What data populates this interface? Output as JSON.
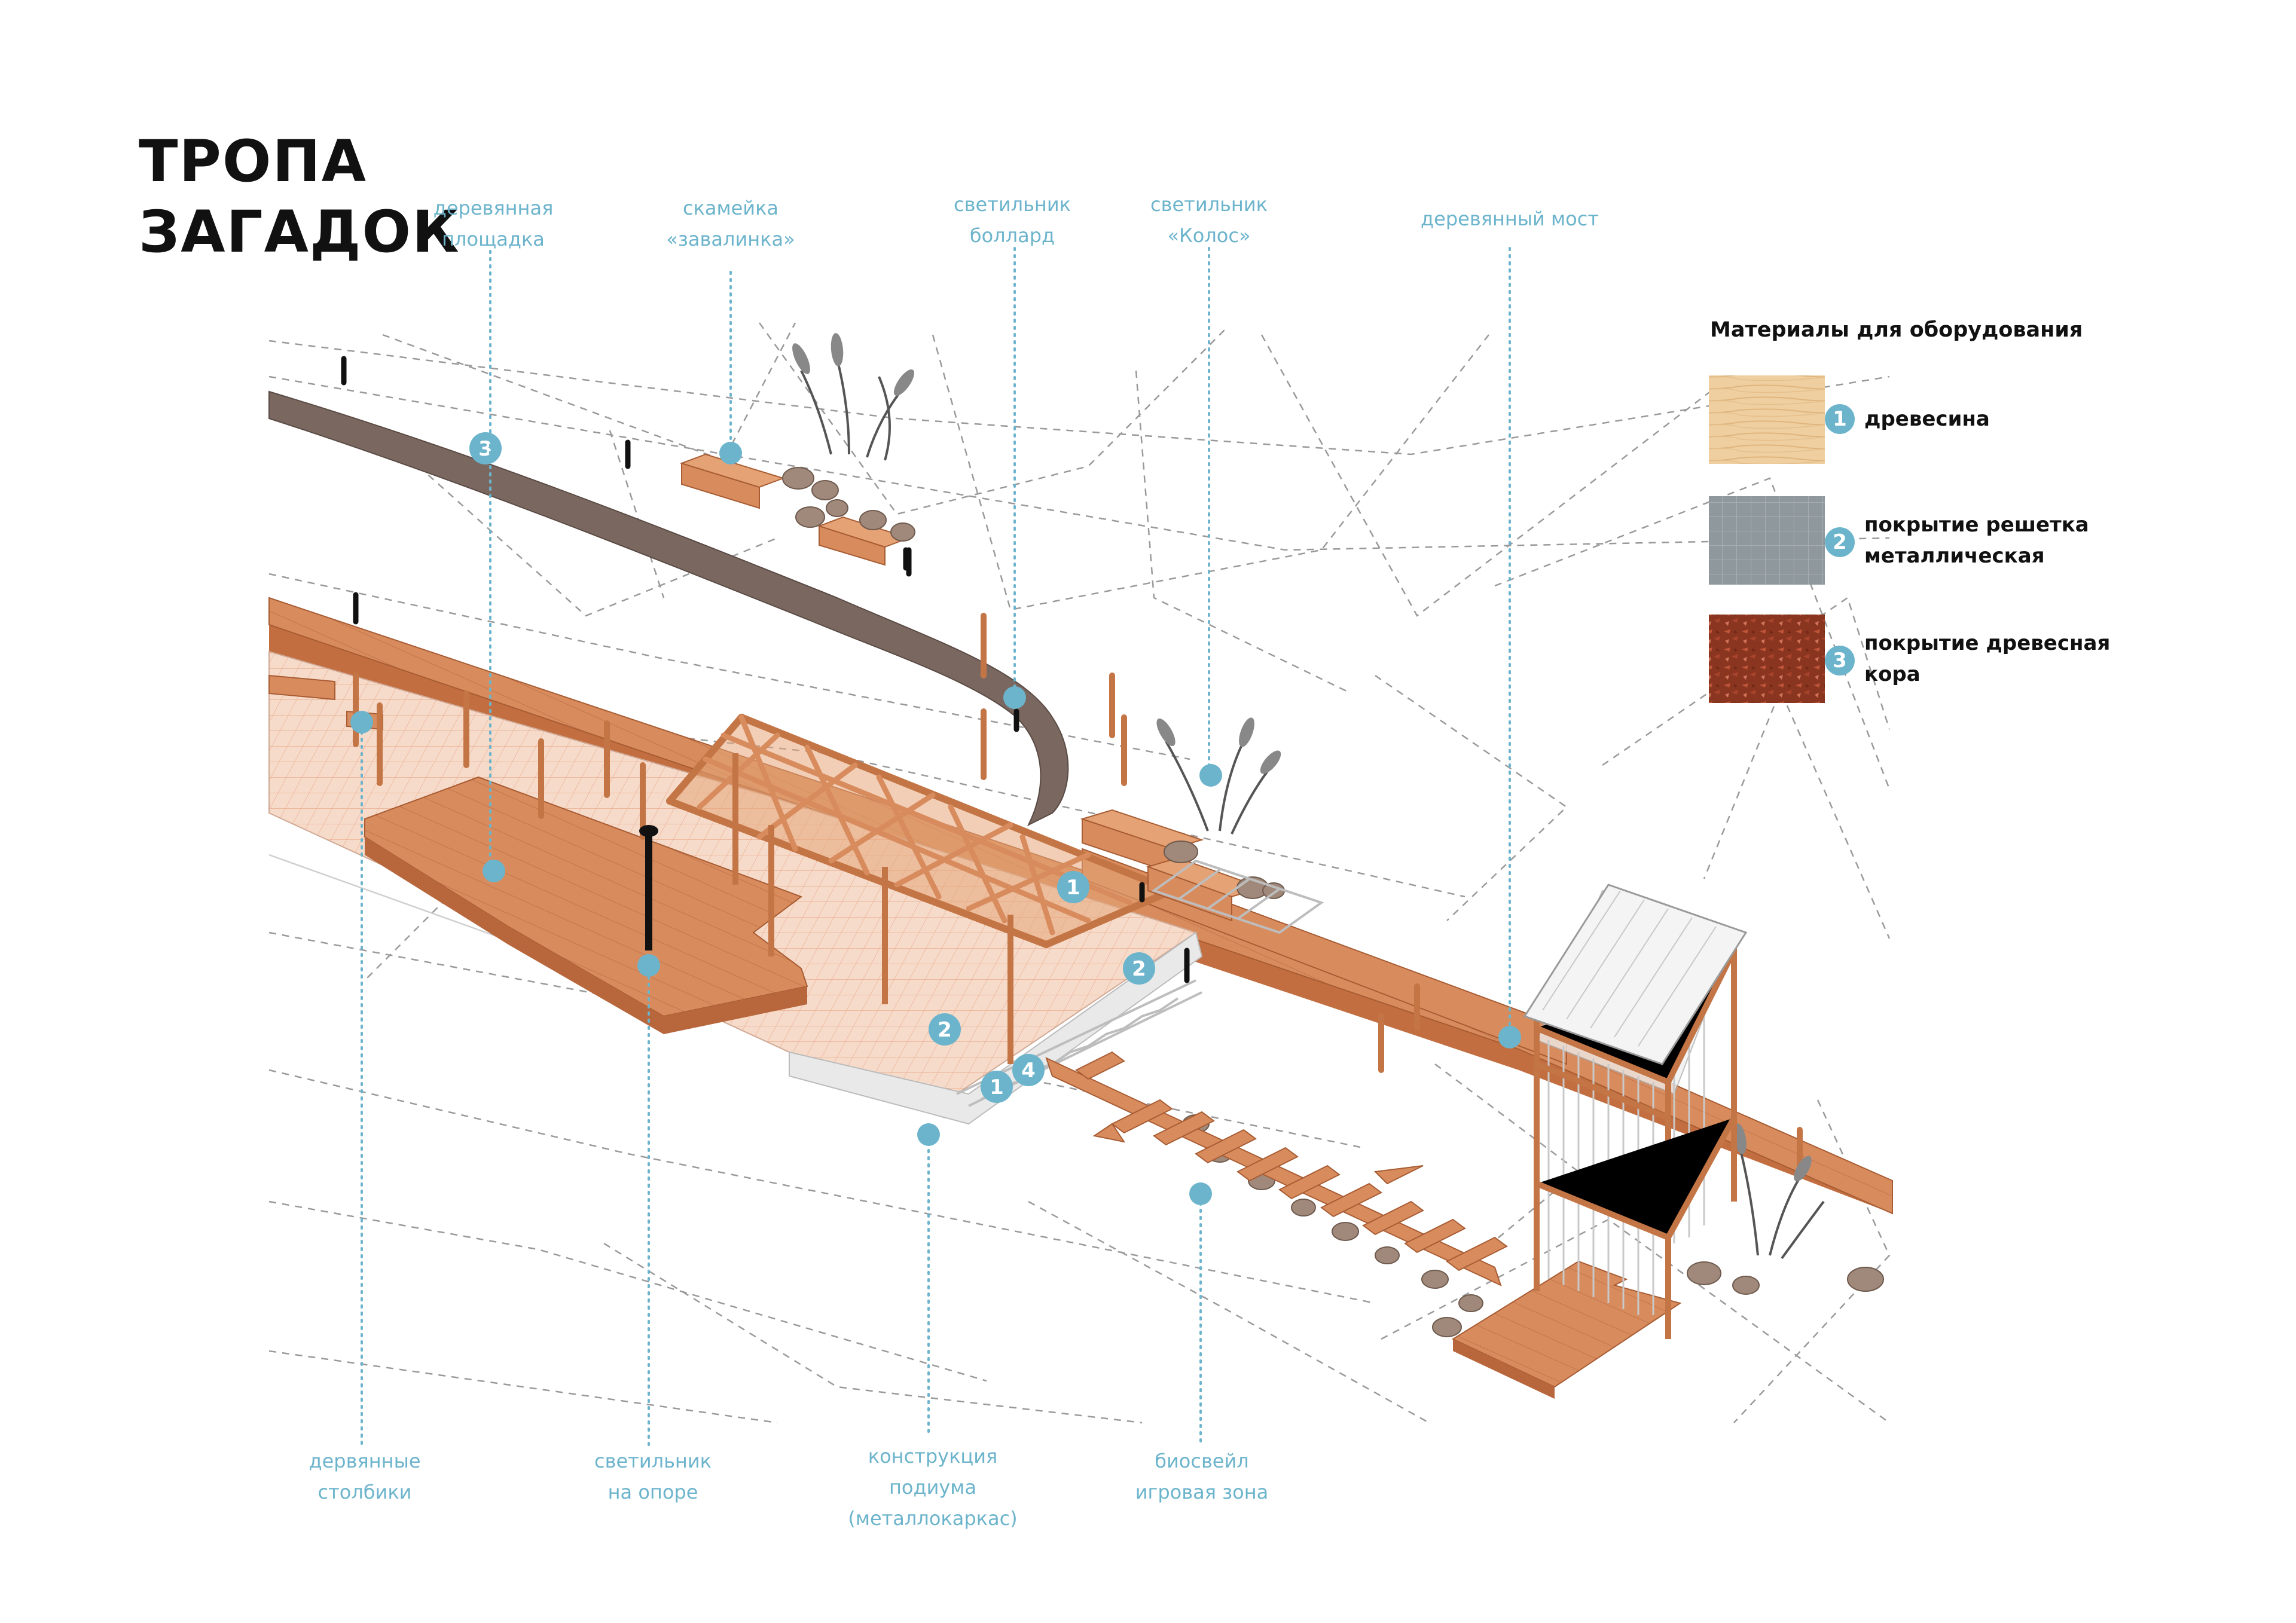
{
  "title": {
    "line1": "ТРОПА",
    "line2": "ЗАГАДОК"
  },
  "callouts_top": [
    {
      "id": "derevyannaya-ploshchadka",
      "lines": [
        "деревянная",
        "площадка"
      ]
    },
    {
      "id": "skameyka",
      "lines": [
        "скамейка",
        "«завалинка»"
      ]
    },
    {
      "id": "bollard",
      "lines": [
        "светильник",
        "боллард"
      ]
    },
    {
      "id": "kolos",
      "lines": [
        "светильник",
        "«Колос»"
      ]
    },
    {
      "id": "most",
      "lines": [
        "деревянный мост"
      ]
    }
  ],
  "callouts_bottom": [
    {
      "id": "stolbiki",
      "lines": [
        "дервянные",
        "столбики"
      ]
    },
    {
      "id": "svetilnik-opora",
      "lines": [
        "светильник",
        "на опоре"
      ]
    },
    {
      "id": "podium",
      "lines": [
        "конструкция",
        "подиума",
        "(металлокаркас)"
      ]
    },
    {
      "id": "bioswale",
      "lines": [
        "биосвейл",
        "игровая зона"
      ]
    }
  ],
  "legend": {
    "title": "Материалы для оборудования",
    "items": [
      {
        "number": "1",
        "lines": [
          "древесина"
        ],
        "swatch": "wood"
      },
      {
        "number": "2",
        "lines": [
          "покрытие решетка",
          "металлическая"
        ],
        "swatch": "metal-grate"
      },
      {
        "number": "3",
        "lines": [
          "покрытие древесная",
          "кора"
        ],
        "swatch": "bark-mulch"
      }
    ]
  },
  "diagram_markers": [
    "3",
    "1",
    "2",
    "2",
    "1",
    "4"
  ],
  "colors": {
    "accent": "#6cb4cc",
    "wood": "#d9895a",
    "wood_dark": "#b86a3c",
    "bark_path": "#7a6860",
    "grid_floor": "#f6d6c4",
    "steel": "#bcbcbc",
    "rock": "#a0897a",
    "ink": "#111111"
  }
}
